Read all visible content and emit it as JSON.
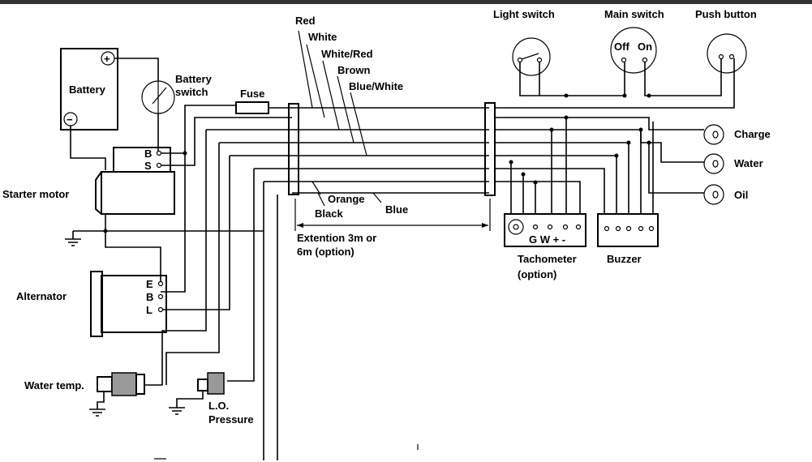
{
  "labels": {
    "battery": "Battery",
    "battery_switch_1": "Battery",
    "battery_switch_2": "switch",
    "plus": "+",
    "minus": "−",
    "fuse": "Fuse",
    "term_b": "B",
    "term_s": "S",
    "starter_motor": "Starter motor",
    "alternator": "Alternator",
    "term_e": "E",
    "term_b2": "B",
    "term_l": "L",
    "water_temp": "Water temp.",
    "lo_pressure_1": "L.O.",
    "lo_pressure_2": "Pressure",
    "wire_red": "Red",
    "wire_white": "White",
    "wire_white_red": "White/Red",
    "wire_brown": "Brown",
    "wire_blue_white": "Blue/White",
    "wire_orange": "Orange",
    "wire_black": "Black",
    "wire_blue": "Blue",
    "extension_1": "Extention  3m or",
    "extension_2": "6m (option)",
    "light_switch": "Light switch",
    "main_switch": "Main switch",
    "switch_off": "Off",
    "switch_on": "On",
    "push_button": "Push button",
    "charge": "Charge",
    "water": "Water",
    "oil": "Oil",
    "tach_terms": "G W +  -",
    "tachometer_1": "Tachometer",
    "tachometer_2": "(option)",
    "buzzer": "Buzzer"
  }
}
